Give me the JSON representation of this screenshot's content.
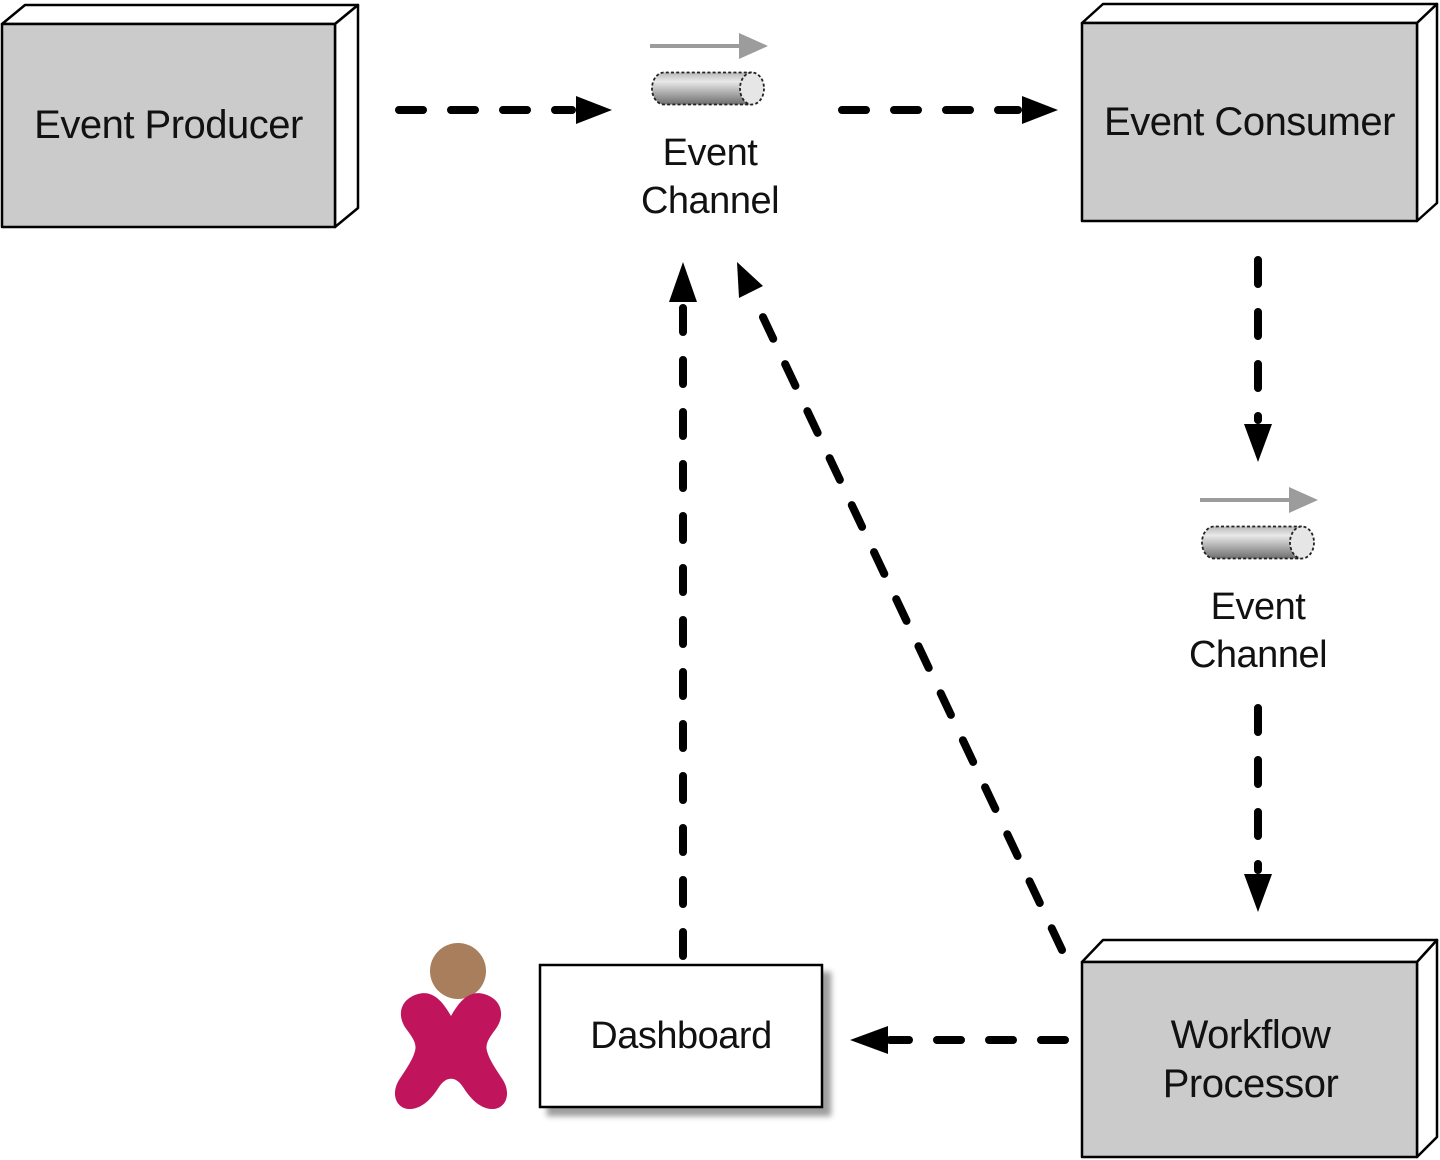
{
  "diagram": {
    "background": "#ffffff",
    "nodes": {
      "event_producer": {
        "label": "Event Producer",
        "type": "component-box-3d"
      },
      "event_channel_top": {
        "label": "Event Channel",
        "type": "pipe-icon"
      },
      "event_consumer": {
        "label": "Event Consumer",
        "type": "component-box-3d"
      },
      "event_channel_right": {
        "label": "Event Channel",
        "type": "pipe-icon"
      },
      "workflow_processor": {
        "label": "Workflow Processor",
        "type": "component-box-3d"
      },
      "dashboard": {
        "label": "Dashboard",
        "type": "flat-box"
      },
      "user": {
        "type": "person-icon"
      }
    },
    "edges": [
      {
        "from": "event_producer",
        "to": "event_channel_top",
        "style": "dashed-arrow",
        "direction": "right"
      },
      {
        "from": "event_channel_top",
        "to": "event_consumer",
        "style": "dashed-arrow",
        "direction": "right"
      },
      {
        "from": "event_consumer",
        "to": "event_channel_right",
        "style": "dashed-arrow",
        "direction": "down"
      },
      {
        "from": "event_channel_right",
        "to": "workflow_processor",
        "style": "dashed-arrow",
        "direction": "down"
      },
      {
        "from": "workflow_processor",
        "to": "dashboard",
        "style": "dashed-arrow",
        "direction": "left"
      },
      {
        "from": "dashboard",
        "to": "event_channel_top",
        "style": "dashed-arrow",
        "direction": "up"
      },
      {
        "from": "workflow_processor",
        "to": "event_channel_top",
        "style": "dashed-arrow",
        "direction": "up-diagonal"
      }
    ],
    "colors": {
      "box_fill": "#cbcbcb",
      "box_side_fill": "#ffffff",
      "box_stroke": "#000000",
      "arrow_color": "#000000",
      "pipe_arrow_color": "#9c9c9c",
      "pipe_cap_fill": "#e6e6e6",
      "pipe_dark": "#6f6f6f",
      "dashboard_fill": "#ffffff",
      "person_body": "#c0155c",
      "person_head": "#a97e5c"
    }
  }
}
